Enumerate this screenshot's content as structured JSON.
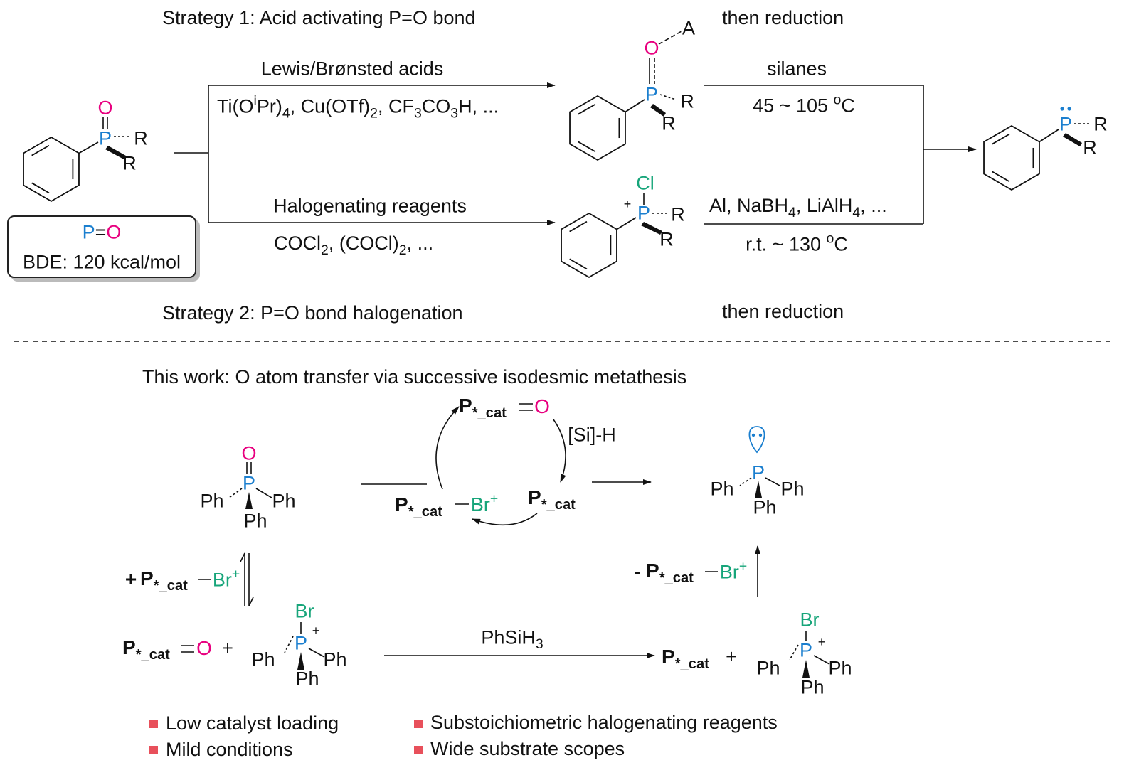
{
  "strategy1": {
    "title": "Strategy 1: Acid activating P=O bond",
    "then": "then reduction",
    "reagent_label": "Lewis/Brønsted acids",
    "reagents": [
      "Ti(O",
      "^i",
      "Pr)",
      "_4",
      ", Cu(OTf)",
      "_2",
      ", CF",
      "_3",
      "CO",
      "_3",
      "H, ..."
    ],
    "reduction_label": "silanes",
    "reduction_temp": [
      "45 ~ 105 ",
      "^o",
      "C"
    ],
    "intermediate": {
      "O": "O",
      "A": "A",
      "P": "P",
      "R1": "R",
      "R2": "R"
    }
  },
  "strategy2": {
    "title": "Strategy 2: P=O bond halogenation",
    "then": "then reduction",
    "reagent_label": "Halogenating reagents",
    "reagents": [
      "COCl",
      "_2",
      ", (COCl)",
      "_2",
      ", ..."
    ],
    "reduction_label": [
      "Al, NaBH",
      "_4",
      ", LiAlH",
      "_4",
      ", ..."
    ],
    "reduction_temp": [
      "r.t. ~ 130 ",
      "^o",
      "C"
    ],
    "intermediate": {
      "Cl": "Cl",
      "plus": "+",
      "P": "P",
      "R1": "R",
      "R2": "R"
    }
  },
  "start": {
    "O": "O",
    "P": "P",
    "R1": "R",
    "R2": "R"
  },
  "product": {
    "P": "P",
    "R1": "R",
    "R2": "R"
  },
  "bde_box": {
    "bond_P": "P",
    "bond_eq": "=",
    "bond_O": "O",
    "text": "BDE: 120 kcal/mol"
  },
  "this_work": {
    "title": "This work: O atom transfer via successive isodesmic metathesis",
    "phosphine_oxide": {
      "O": "O",
      "P": "P",
      "Ph1": "Ph",
      "Ph2": "Ph",
      "Ph3": "Ph"
    },
    "phosphine": {
      "P": "P",
      "Ph1": "Ph",
      "Ph2": "Ph",
      "Ph3": "Ph"
    },
    "cycle": {
      "pcat": [
        "*P",
        "*_cat"
      ],
      "O": "O",
      "silane": "[Si]-H",
      "Br": [
        "Br",
        "^+"
      ]
    },
    "add_reagent": {
      "plus": "+",
      "pcat": [
        "*P",
        "*_cat"
      ],
      "Br": [
        "Br",
        "^+"
      ]
    },
    "remove_reagent": {
      "minus": "-",
      "pcat": [
        "*P",
        "*_cat"
      ],
      "Br": [
        "Br",
        "^+"
      ]
    },
    "lower_left": {
      "pcat": [
        "*P",
        "*_cat"
      ],
      "O": "O",
      "plus": "+"
    },
    "bromophosphonium": {
      "Br": "Br",
      "plus": "+",
      "P": "P",
      "Ph1": "Ph",
      "Ph2": "Ph",
      "Ph3": "Ph"
    },
    "reductant": [
      "PhSiH",
      "_3"
    ],
    "lower_right": {
      "pcat": [
        "*P",
        "*_cat"
      ],
      "plus": "+"
    },
    "bullets": [
      "Low catalyst loading",
      "Mild conditions",
      "Substoichiometric halogenating reagents",
      "Wide substrate scopes"
    ]
  },
  "colors": {
    "phosphorus": "#1b7fcf",
    "oxygen": "#e8007f",
    "halogen": "#17a57a",
    "bullet": "#e8505b"
  }
}
